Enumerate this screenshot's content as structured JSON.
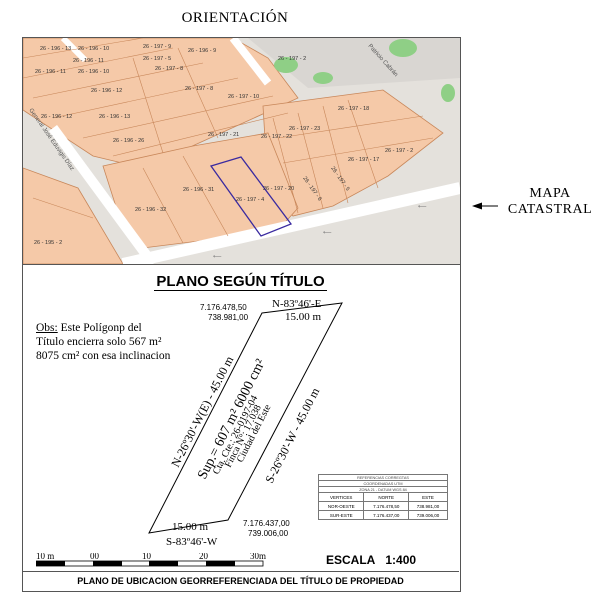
{
  "header": {
    "orientacion": "ORIENTACIÓN"
  },
  "map": {
    "side_label_line1": "MAPA",
    "side_label_line2": "CATASTRAL",
    "street_labels": [
      "Patricio Cabrán",
      "General José Eduvigis Díaz"
    ],
    "lots": [
      "26 - 196 - 13",
      "26 - 196 - 10",
      "26 - 197 - 9",
      "26 - 196 - 9",
      "26 - 196 - 11",
      "26 - 197 - 5",
      "26 - 197 - 2",
      "26 - 196 - 11",
      "26 - 196 - 10",
      "26 - 197 - 8",
      "26 - 196 - 12",
      "26 - 197 - 8",
      "26 - 197 - 10",
      "26 - 196 - 12",
      "26 - 196 - 13",
      "26 - 197 - 18",
      "26 - 197 - 21",
      "26 - 197 - 23",
      "26 - 197 - 22",
      "26 - 197 - 2",
      "26 - 196 - 26",
      "26 - 197 - 17",
      "26 - 196 - 31",
      "26 - 197 - 4",
      "26 - 197 - 20",
      "26 - 197 - 6",
      "26 - 197 - 5",
      "26 - 196 - 32",
      "26 - 195 - 2"
    ]
  },
  "plan": {
    "title": "PLANO SEGÚN TÍTULO",
    "obs_word": "Obs:",
    "obs_text_1": " Este Polígonp del",
    "obs_text_2": "Título encierra solo 567 m²",
    "obs_text_3": "8075 cm² con esa inclinacion",
    "coord_tl_1": "7.176.478,50",
    "coord_tl_2": "738.981,00",
    "coord_br_1": "7.176.437,00",
    "coord_br_2": "739.006,00",
    "top_bearing": "N-83º46'-E",
    "top_length": "15.00 m",
    "bottom_length": "15.00 m",
    "bottom_bearing": "S-83º46'-W",
    "left_side": "N-26º30'-W(E) - 45.00 m",
    "right_side": "S-26º30'-W - 45.00 m",
    "center_sup": "Sup.= 607 m² 6000 cm²",
    "center_cta": "Cta. Cte.: 26-0197-04",
    "center_finca": "Finca N°: 17.038",
    "center_ciudad": "Ciudad del Este"
  },
  "ref_table": {
    "title": "REFERENCIAS CORREGTAS",
    "subtitle_1": "COORDENADAS UTM",
    "subtitle_2": "ZONA 21 - DATUM WGS 84",
    "col_vertices": "VERTICES",
    "col_norte": "NORTE",
    "col_este": "ESTE",
    "rows": [
      {
        "vertice": "NOR-OESTE",
        "norte": "7.176.478,50",
        "este": "738.981,00"
      },
      {
        "vertice": "SUR-ESTE",
        "norte": "7.176.437,00",
        "este": "739.006,00"
      }
    ]
  },
  "scale": {
    "ticks": [
      "10 m",
      "00",
      "10",
      "20",
      "30m"
    ],
    "escala_label": "ESCALA",
    "escala_value": "1:400"
  },
  "footer": {
    "text": "PLANO DE UBICACION GEORREFERENCIADA DEL TÍTULO DE PROPIEDAD"
  },
  "colors": {
    "parcel_fill": "#f5c9a8",
    "parcel_line": "#c8875a",
    "street": "#e4e1dc",
    "highlight": "#3a2aa0",
    "park": "#8fcf86"
  }
}
